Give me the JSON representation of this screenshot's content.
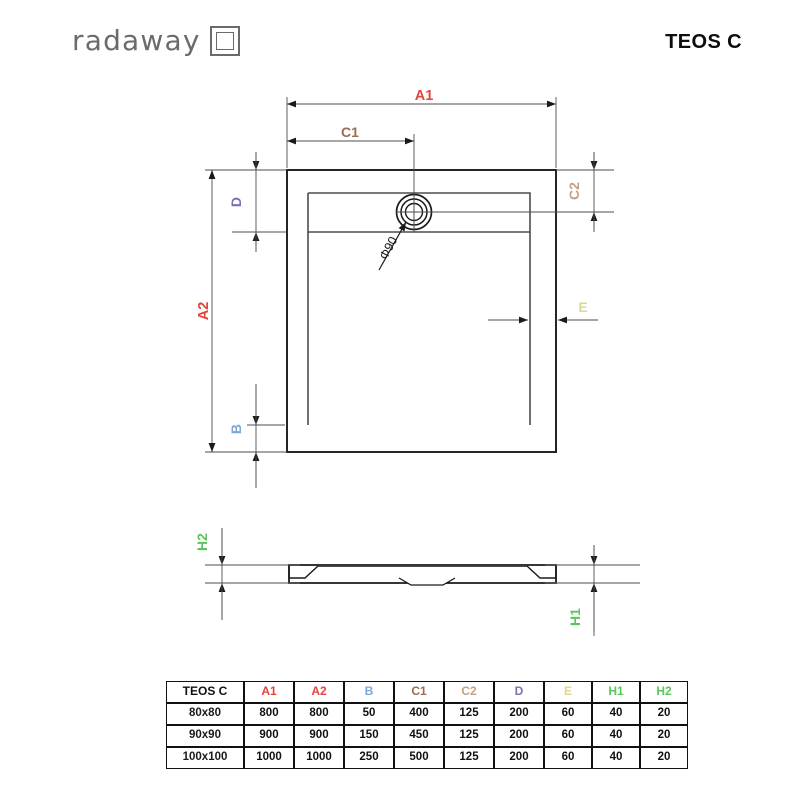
{
  "header": {
    "brand": "radaway",
    "brand_icon": "square-logo-icon",
    "title": "TEOS C"
  },
  "drawing": {
    "plan_labels": {
      "a1": "A1",
      "a2": "A2",
      "b": "B",
      "c1": "C1",
      "c2": "C2",
      "d": "D",
      "e": "E",
      "drain": "Φ90"
    },
    "section_labels": {
      "h1": "H1",
      "h2": "H2"
    }
  },
  "colors": {
    "a1": "#e2453c",
    "a2": "#e2453c",
    "b": "#7aa8dd",
    "c1": "#9c6b52",
    "c2": "#c2a184",
    "d": "#7b6fb5",
    "e": "#ddd98a",
    "h1": "#5cc45c",
    "h2": "#5cc45c",
    "line": "#4d4d4d",
    "outline": "#1a1a1a",
    "brand": "#6b6b6b"
  },
  "table": {
    "headers": [
      "TEOS C",
      "A1",
      "A2",
      "B",
      "C1",
      "C2",
      "D",
      "E",
      "H1",
      "H2"
    ],
    "header_colors": [
      "#111111",
      "#e2453c",
      "#e2453c",
      "#7aa8dd",
      "#9c6b52",
      "#c2a184",
      "#7b6fb5",
      "#ddd98a",
      "#5cc45c",
      "#5cc45c"
    ],
    "rows": [
      {
        "name": "80x80",
        "values": [
          "800",
          "800",
          "50",
          "400",
          "125",
          "200",
          "60",
          "40",
          "20"
        ]
      },
      {
        "name": "90x90",
        "values": [
          "900",
          "900",
          "150",
          "450",
          "125",
          "200",
          "60",
          "40",
          "20"
        ]
      },
      {
        "name": "100x100",
        "values": [
          "1000",
          "1000",
          "250",
          "500",
          "125",
          "200",
          "60",
          "40",
          "20"
        ]
      }
    ]
  }
}
